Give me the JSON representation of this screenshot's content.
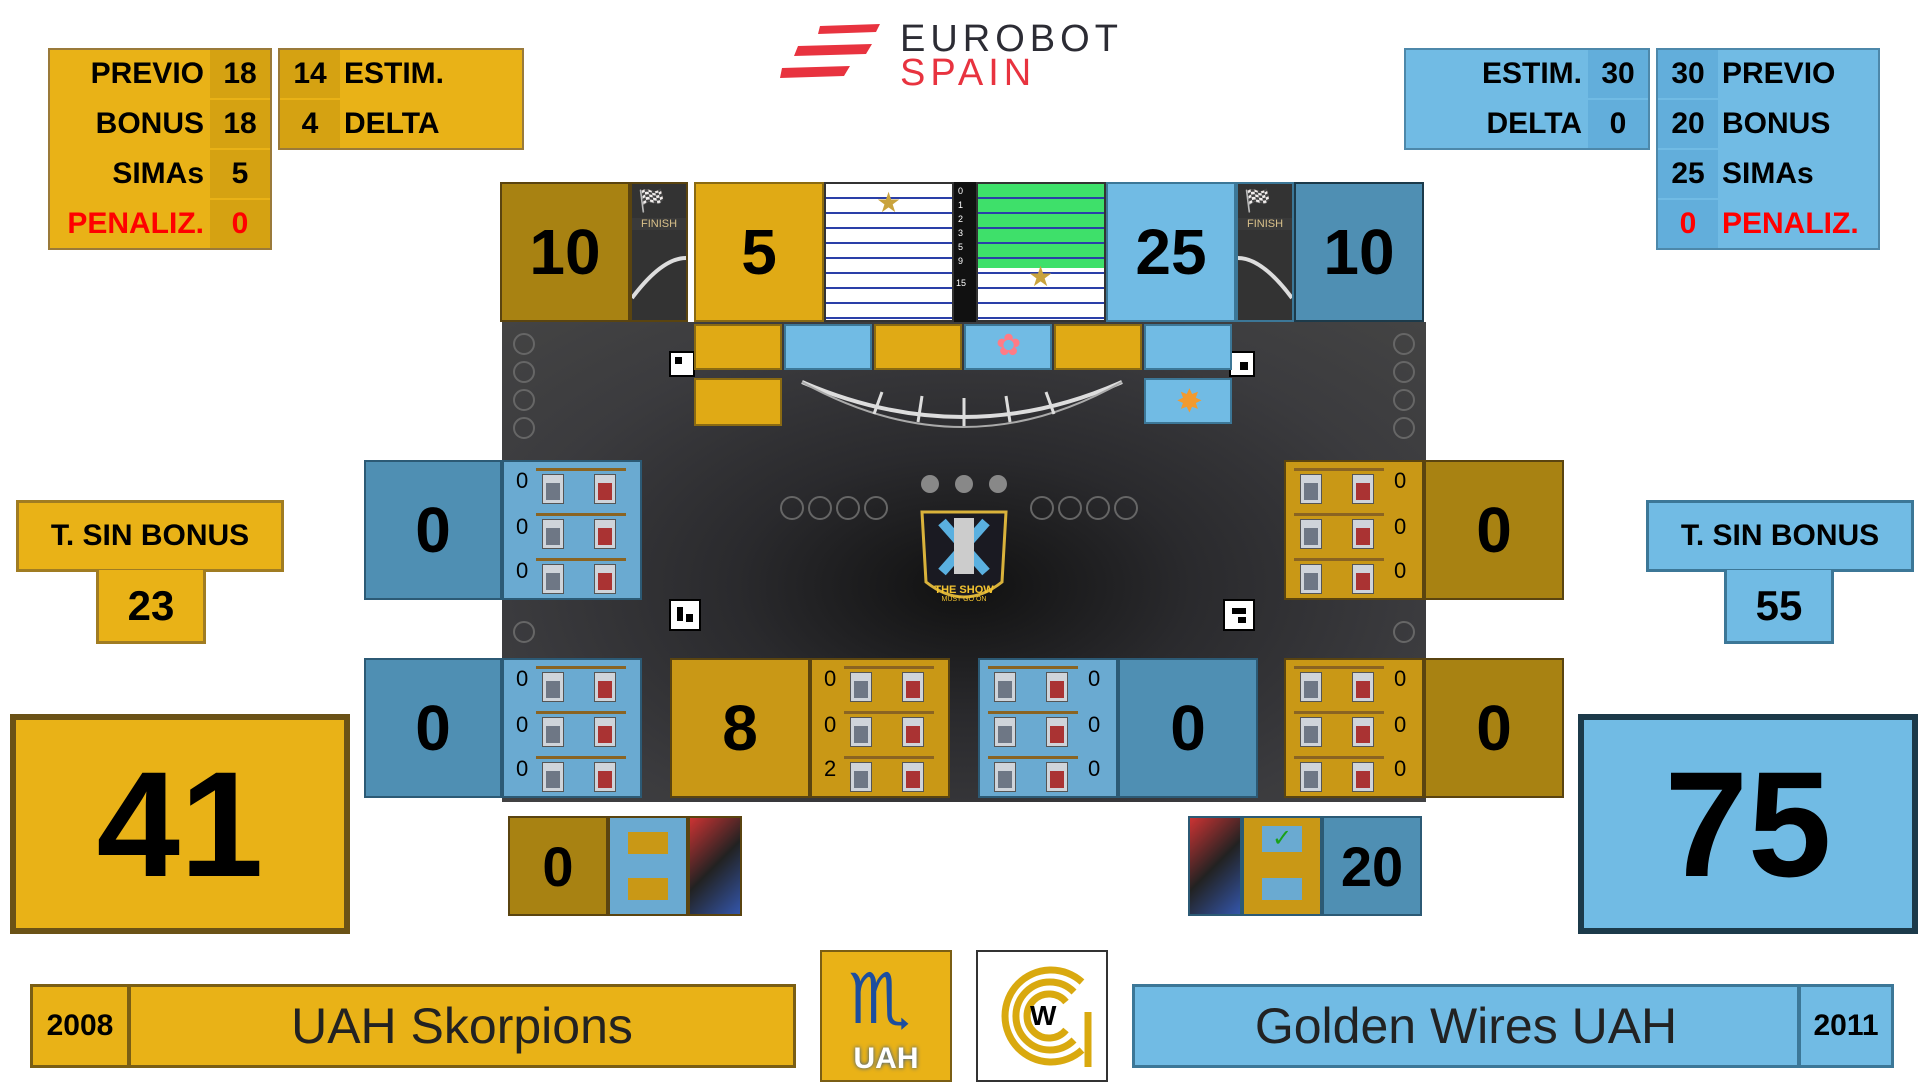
{
  "header": {
    "logo_line1": "EUROBOT",
    "logo_line2": "SPAIN"
  },
  "left_table": {
    "previo_label": "PREVIO",
    "previo_value": "18",
    "estim_value": "14",
    "estim_label": "ESTIM.",
    "bonus_label": "BONUS",
    "bonus_value": "18",
    "delta_value": "4",
    "delta_label": "DELTA",
    "simas_label": "SIMAs",
    "simas_value": "5",
    "penaliz_label": "PENALIZ.",
    "penaliz_value": "0"
  },
  "right_table": {
    "estim_label": "ESTIM.",
    "estim_value": "30",
    "previo_value": "30",
    "previo_label": "PREVIO",
    "delta_label": "DELTA",
    "delta_value": "0",
    "bonus_value": "20",
    "bonus_label": "BONUS",
    "simas_value": "25",
    "simas_label": "SIMAs",
    "penaliz_value": "0",
    "penaliz_label": "PENALIZ."
  },
  "left_sin_bonus": {
    "label": "T. SIN BONUS",
    "value": "23"
  },
  "right_sin_bonus": {
    "label": "T. SIN BONUS",
    "value": "55"
  },
  "left_total": "41",
  "right_total": "75",
  "field": {
    "left_finish_score": "10",
    "left_simas_score": "5",
    "right_simas_score": "25",
    "right_finish_score": "10",
    "finish_label": "FINISH",
    "scale_labels": [
      "0",
      "1",
      "2",
      "3",
      "5",
      "9",
      "15"
    ],
    "tokens": {
      "center_line1": "THE SHOW",
      "center_line2": "MUST GO ON"
    }
  },
  "stages": {
    "row1_left_score": "0",
    "row1_left_counts": [
      "0",
      "0",
      "0"
    ],
    "row1_right_score": "0",
    "row1_right_counts": [
      "0",
      "0",
      "0"
    ],
    "row2_left_score": "0",
    "row2_left_counts": [
      "0",
      "0",
      "0"
    ],
    "row2_midleft_score": "8",
    "row2_midleft_counts": [
      "0",
      "0",
      "2"
    ],
    "row2_midright_score": "0",
    "row2_midright_counts": [
      "0",
      "0",
      "0"
    ],
    "row2_right_score": "0",
    "row2_right_counts": [
      "0",
      "0",
      "0"
    ]
  },
  "banners": {
    "left_score": "0",
    "right_score": "20",
    "right_check": "✓"
  },
  "teams": {
    "left_year": "2008",
    "left_name": "UAH Skorpions",
    "right_name": "Golden Wires UAH",
    "right_year": "2011",
    "left_logo_text": "UAH",
    "right_logo_text": "W"
  },
  "colors": {
    "yellow": "#e9b217",
    "blue": "#71bbe4",
    "dark_yellow": "#a88212",
    "dark_blue": "#4f8fb3"
  }
}
